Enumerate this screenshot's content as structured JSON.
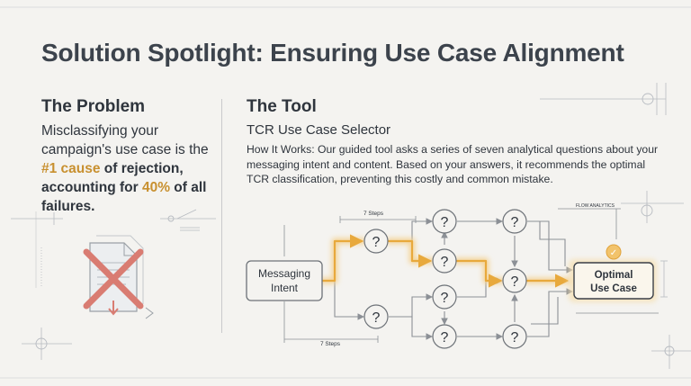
{
  "title": "Solution Spotlight: Ensuring Use Case Alignment",
  "problem": {
    "heading": "The Problem",
    "text_1": "Misclassifying your campaign's use case is the ",
    "highlight_1": "#1 cause",
    "text_2": " of rejection, accounting for ",
    "highlight_2": "40%",
    "text_3": " of all failures."
  },
  "tool": {
    "heading": "The Tool",
    "subheading": "TCR Use Case Selector",
    "description": "How It Works: Our guided tool asks a series of seven analytical questions about your messaging intent and content. Based on your answers, it recommends the optimal TCR classification, preventing this costly and common mistake."
  },
  "diagram": {
    "start_label_line1": "Messaging",
    "start_label_line2": "Intent",
    "end_label_line1": "Optimal",
    "end_label_line2": "Use Case",
    "steps_label_top": "7 Steps",
    "steps_label_bottom": "7 Steps",
    "corner_tag": "FLOW ANALYTICS",
    "question_glyph": "?",
    "check_glyph": "✓"
  },
  "colors": {
    "accent": "#e8a93c",
    "accent_text": "#c8902f",
    "line": "#8c9096",
    "node_border": "#6d7278"
  }
}
